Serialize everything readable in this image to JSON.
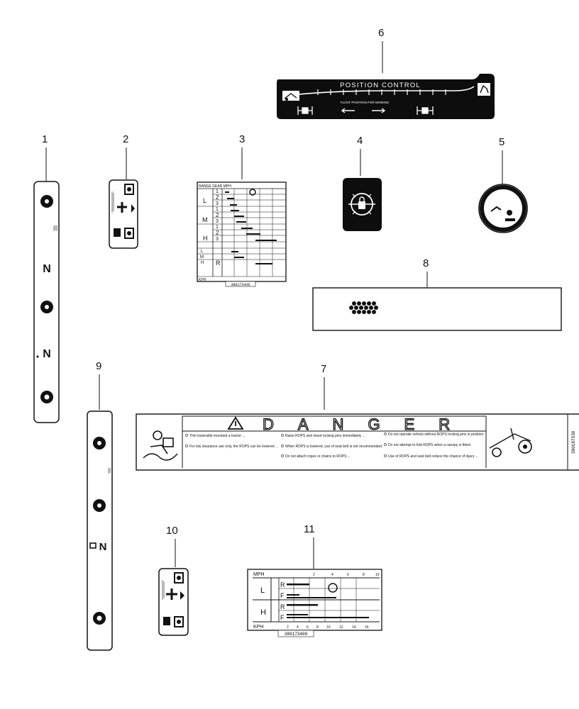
{
  "callouts": [
    "1",
    "2",
    "3",
    "4",
    "5",
    "6",
    "7",
    "8",
    "9",
    "10",
    "11"
  ],
  "decal6": {
    "title": "POSITION CONTROL",
    "subtitle": "FLOAT POSITION FOR MOWING"
  },
  "decal1": {
    "letter_a": "N",
    "letter_b": "N"
  },
  "decal9": {
    "letter": "N"
  },
  "decal3": {
    "header": "RANGE  GEAR  MPH",
    "ranges": [
      "L",
      "M",
      "H",
      "L",
      "M",
      "H"
    ],
    "reverse": "R",
    "gears": [
      "1",
      "2",
      "3",
      "1",
      "2",
      "3",
      "1",
      "2",
      "3"
    ],
    "footer": "KPH",
    "part_no": "380173430"
  },
  "decal7": {
    "heading": "DANGER",
    "part_no": "380187530",
    "col1": [
      "Thin lowerable mounted a tractor ...",
      "For low clearance use only, the ROPS can be lowered ..."
    ],
    "col2": [
      "Raise ROPS and insert locking pins immediately ...",
      "When ROPS is lowered, use of seat belt is not recommended.",
      "Do not attach ropes or chains to ROPS ..."
    ],
    "col3": [
      "Do not operate vehicle without ROPS locking pins in position.",
      "Do not attempt to fold ROPS when a canopy is fitted.",
      "Use of ROPS and seat belt reduce the chance of injury ..."
    ]
  },
  "decal11": {
    "mph": "MPH",
    "kph": "KPH",
    "ranges": [
      "L",
      "H"
    ],
    "rows": [
      "R",
      "F",
      "R",
      "F"
    ],
    "part_no": "380173400",
    "mph_ticks": [
      "2",
      "4",
      "6",
      "8",
      "10"
    ],
    "kph_ticks": [
      "2",
      "4",
      "6",
      "8",
      "10",
      "12",
      "14",
      "16"
    ]
  }
}
